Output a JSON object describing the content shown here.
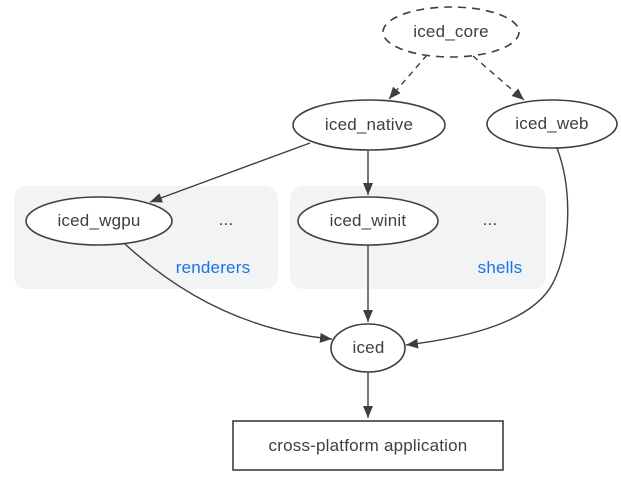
{
  "diagram": {
    "description": "iced crate ecosystem dependency diagram",
    "colors": {
      "stroke": "#3c4043",
      "node_fill": "#ffffff",
      "panel_fill": "#f1f3f4",
      "accent_blue": "#1a73e8",
      "background": "#ffffff"
    },
    "nodes": {
      "iced_core": {
        "label": "iced_core",
        "shape": "ellipse",
        "border": "dashed"
      },
      "iced_native": {
        "label": "iced_native",
        "shape": "ellipse",
        "border": "solid"
      },
      "iced_web": {
        "label": "iced_web",
        "shape": "ellipse",
        "border": "solid"
      },
      "iced_wgpu": {
        "label": "iced_wgpu",
        "shape": "ellipse",
        "border": "solid"
      },
      "iced_winit": {
        "label": "iced_winit",
        "shape": "ellipse",
        "border": "solid"
      },
      "iced": {
        "label": "iced",
        "shape": "ellipse",
        "border": "solid"
      },
      "app": {
        "label": "cross-platform application",
        "shape": "rectangle",
        "border": "solid"
      }
    },
    "groups": {
      "renderers": {
        "label": "renderers",
        "ellipsis": "...",
        "contains": [
          "iced_wgpu"
        ]
      },
      "shells": {
        "label": "shells",
        "ellipsis": "...",
        "contains": [
          "iced_winit"
        ]
      }
    },
    "edges": [
      {
        "from": "iced_core",
        "to": "iced_native",
        "style": "dashed"
      },
      {
        "from": "iced_core",
        "to": "iced_web",
        "style": "dashed"
      },
      {
        "from": "iced_native",
        "to": "iced_wgpu",
        "style": "solid"
      },
      {
        "from": "iced_native",
        "to": "iced_winit",
        "style": "solid"
      },
      {
        "from": "iced_wgpu",
        "to": "iced",
        "style": "solid"
      },
      {
        "from": "iced_winit",
        "to": "iced",
        "style": "solid"
      },
      {
        "from": "iced_web",
        "to": "iced",
        "style": "solid"
      },
      {
        "from": "iced",
        "to": "app",
        "style": "solid"
      }
    ]
  }
}
